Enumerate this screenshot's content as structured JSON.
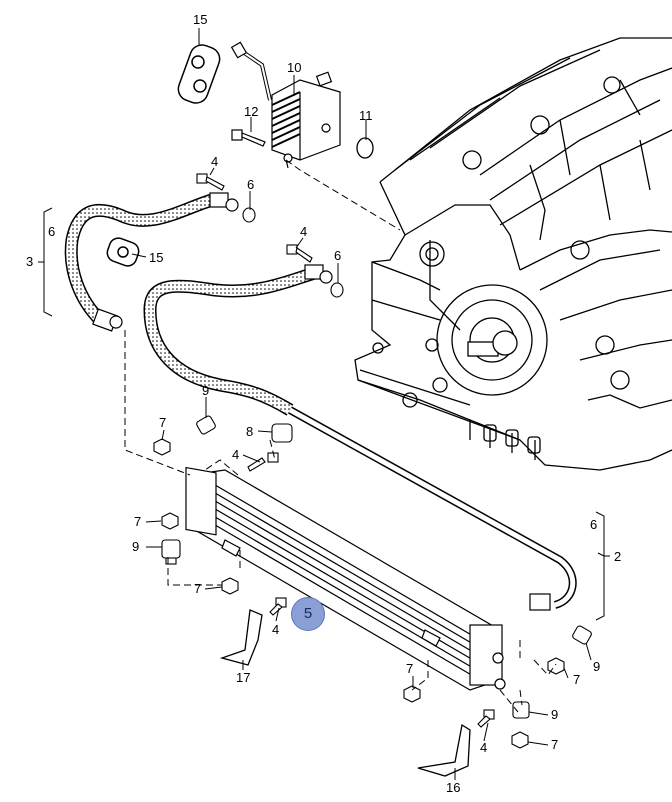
{
  "diagram": {
    "labels": {
      "l15a": "15",
      "l10": "10",
      "l12": "12",
      "l11": "11",
      "l4a": "4",
      "l6a": "6",
      "l6b": "6",
      "l3": "3",
      "l15b": "15",
      "l4b": "4",
      "l6c": "6",
      "l9a": "9",
      "l7a": "7",
      "l8": "8",
      "l4c": "4",
      "l7b": "7",
      "l9b": "9",
      "l7c": "7",
      "l6d": "6",
      "l2": "2",
      "l4d": "4",
      "l17": "17",
      "l9c": "9",
      "l7d": "7",
      "l7e": "7",
      "l9d": "9",
      "l4e": "4",
      "l7f": "7",
      "l16": "16"
    },
    "highlight_label": "5",
    "highlight_color": "#8a9fd6"
  }
}
